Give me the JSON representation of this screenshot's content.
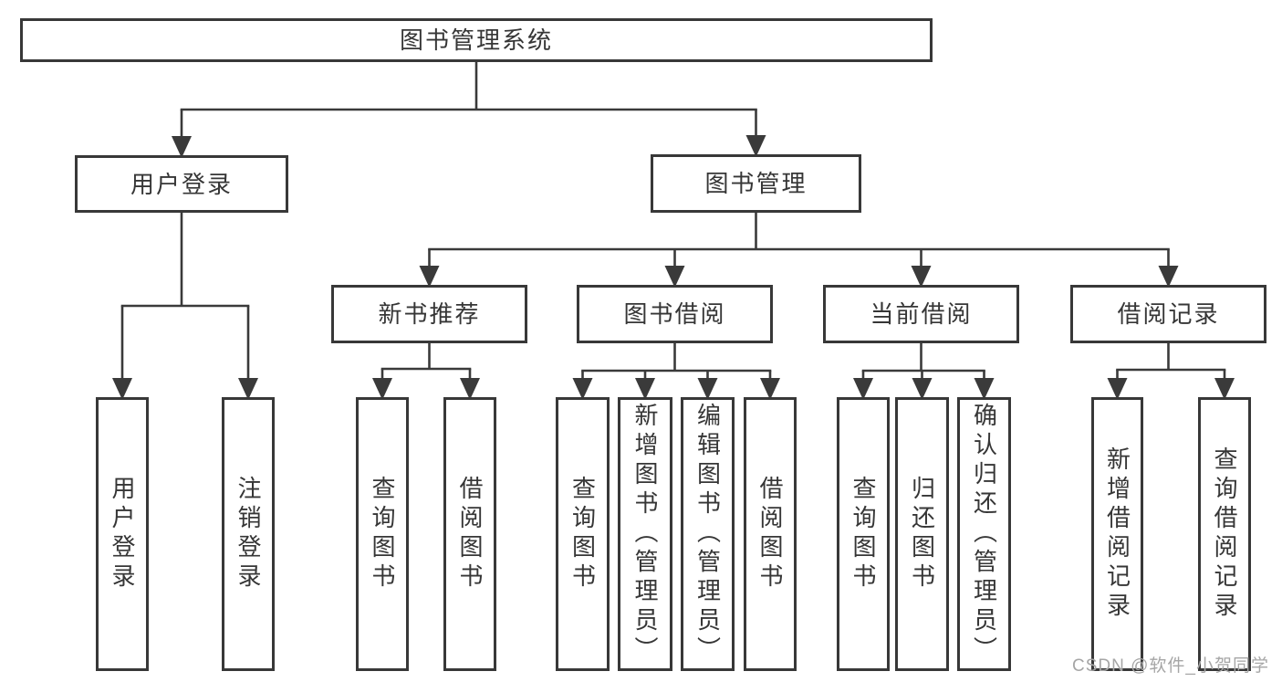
{
  "diagram": {
    "title": "图书管理系统",
    "nodes": [
      {
        "id": "system",
        "label": "图书管理系统",
        "parent": null,
        "orientation": "horizontal"
      },
      {
        "id": "user-login",
        "label": "用户登录",
        "parent": "system",
        "orientation": "horizontal"
      },
      {
        "id": "book-mgmt",
        "label": "图书管理",
        "parent": "system",
        "orientation": "horizontal"
      },
      {
        "id": "leaf-user-login",
        "label": "用户登录",
        "parent": "user-login",
        "orientation": "vertical"
      },
      {
        "id": "leaf-logout",
        "label": "注销登录",
        "parent": "user-login",
        "orientation": "vertical"
      },
      {
        "id": "new-books",
        "label": "新书推荐",
        "parent": "book-mgmt",
        "orientation": "horizontal"
      },
      {
        "id": "book-borrow",
        "label": "图书借阅",
        "parent": "book-mgmt",
        "orientation": "horizontal"
      },
      {
        "id": "current-borrow",
        "label": "当前借阅",
        "parent": "book-mgmt",
        "orientation": "horizontal"
      },
      {
        "id": "borrow-records",
        "label": "借阅记录",
        "parent": "book-mgmt",
        "orientation": "horizontal"
      },
      {
        "id": "nb-query",
        "label": "查询图书",
        "parent": "new-books",
        "orientation": "vertical"
      },
      {
        "id": "nb-borrow",
        "label": "借阅图书",
        "parent": "new-books",
        "orientation": "vertical"
      },
      {
        "id": "bb-query",
        "label": "查询图书",
        "parent": "book-borrow",
        "orientation": "vertical"
      },
      {
        "id": "bb-add",
        "label": "新增图书（管理员）",
        "parent": "book-borrow",
        "orientation": "vertical"
      },
      {
        "id": "bb-edit",
        "label": "编辑图书（管理员）",
        "parent": "book-borrow",
        "orientation": "vertical"
      },
      {
        "id": "bb-borrow",
        "label": "借阅图书",
        "parent": "book-borrow",
        "orientation": "vertical"
      },
      {
        "id": "cb-query",
        "label": "查询图书",
        "parent": "current-borrow",
        "orientation": "vertical"
      },
      {
        "id": "cb-return",
        "label": "归还图书",
        "parent": "current-borrow",
        "orientation": "vertical"
      },
      {
        "id": "cb-confirm",
        "label": "确认归还（管理员）",
        "parent": "current-borrow",
        "orientation": "vertical"
      },
      {
        "id": "br-add",
        "label": "新增借阅记录",
        "parent": "borrow-records",
        "orientation": "vertical"
      },
      {
        "id": "br-query",
        "label": "查询借阅记录",
        "parent": "borrow-records",
        "orientation": "vertical"
      }
    ]
  },
  "watermark": {
    "text": "CSDN @软件_小贺同学",
    "color": "#a6a6a6"
  },
  "colors": {
    "line": "#3a3a3a",
    "border": "#383838",
    "text": "#363636",
    "background": "#ffffff"
  }
}
